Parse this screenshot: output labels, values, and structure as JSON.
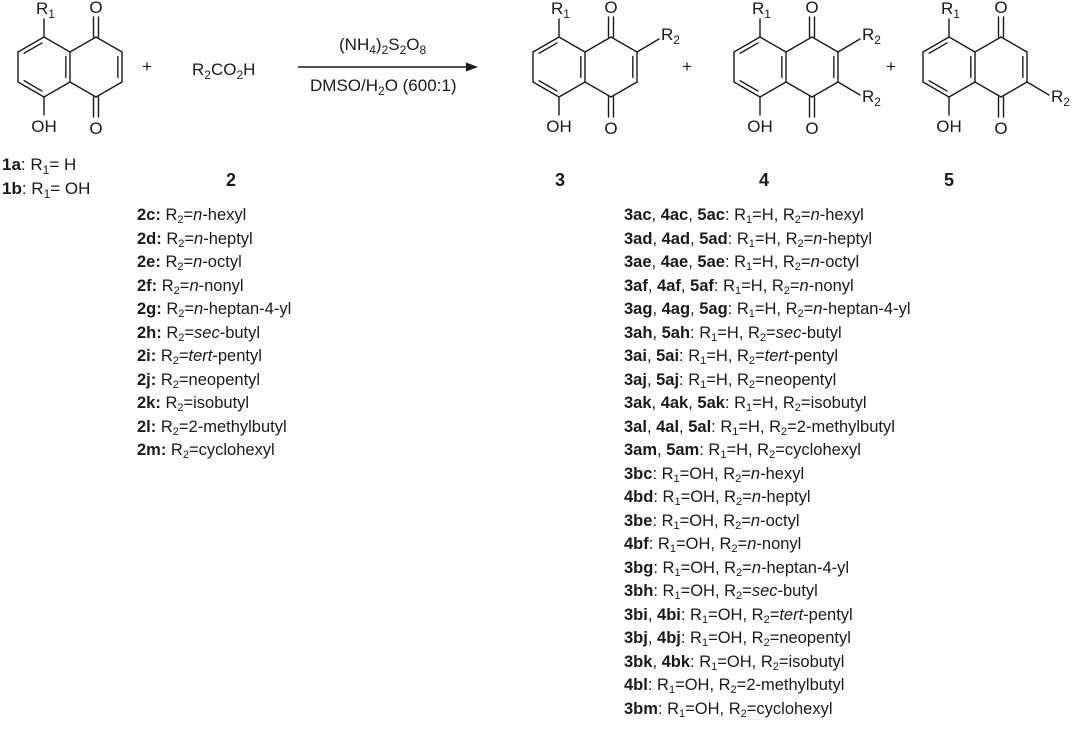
{
  "reaction": {
    "plus_1": "+",
    "plus_2": "+",
    "plus_3": "+",
    "acid": {
      "r": "R",
      "sub": "2",
      "rest": "CO",
      "sub2": "2",
      "h": "H"
    },
    "reagent_top": {
      "a": "(NH",
      "s1": "4",
      "b": ")",
      "s2": "2",
      "c": "S",
      "s3": "2",
      "d": "O",
      "s4": "8"
    },
    "reagent_bottom": {
      "a": "DMSO/H",
      "s1": "2",
      "b": "O (600:1)"
    },
    "atom_O": "O",
    "atom_OH": "OH",
    "r1": {
      "r": "R",
      "sub": "1"
    },
    "r2": {
      "r": "R",
      "sub": "2"
    }
  },
  "compound_labels": {
    "c1a_id": "1a",
    "c1a_r": ": R",
    "c1a_sub": "1",
    "c1a_eq": "= H",
    "c1b_id": "1b",
    "c1b_r": ": R",
    "c1b_sub": "1",
    "c1b_eq": "= OH",
    "c2": "2",
    "c3": "3",
    "c4": "4",
    "c5": "5"
  },
  "acids": [
    {
      "id": "2c:",
      "pre": "",
      "it": "n",
      "post": "-hexyl"
    },
    {
      "id": "2d:",
      "pre": "",
      "it": "n",
      "post": "-heptyl"
    },
    {
      "id": "2e:",
      "pre": "",
      "it": "n",
      "post": "-octyl"
    },
    {
      "id": "2f:",
      "pre": "",
      "it": "n",
      "post": "-nonyl"
    },
    {
      "id": "2g:",
      "pre": "",
      "it": "n",
      "post": "-heptan-4-yl"
    },
    {
      "id": "2h:",
      "pre": "",
      "it": "sec",
      "post": "-butyl"
    },
    {
      "id": "2i:",
      "pre": "",
      "it": "tert",
      "post": "-pentyl"
    },
    {
      "id": "2j:",
      "pre": "neopentyl",
      "it": "",
      "post": ""
    },
    {
      "id": "2k:",
      "pre": "isobutyl",
      "it": "",
      "post": ""
    },
    {
      "id": "2l:",
      "pre": "2-methylbutyl",
      "it": "",
      "post": ""
    },
    {
      "id": "2m:",
      "pre": "cyclohexyl",
      "it": "",
      "post": ""
    }
  ],
  "products": [
    {
      "ids": [
        "3ac",
        "4ac",
        "5ac"
      ],
      "r1": "H",
      "pre": "",
      "it": "n",
      "post": "-hexyl"
    },
    {
      "ids": [
        "3ad",
        "4ad",
        "5ad"
      ],
      "r1": "H",
      "pre": "",
      "it": "n",
      "post": "-heptyl"
    },
    {
      "ids": [
        "3ae",
        "4ae",
        "5ae"
      ],
      "r1": "H",
      "pre": "",
      "it": "n",
      "post": "-octyl"
    },
    {
      "ids": [
        "3af",
        "4af",
        "5af"
      ],
      "r1": "H",
      "pre": "",
      "it": "n",
      "post": "-nonyl"
    },
    {
      "ids": [
        "3ag",
        "4ag",
        "5ag"
      ],
      "r1": "H",
      "pre": "",
      "it": "n",
      "post": "-heptan-4-yl"
    },
    {
      "ids": [
        "3ah",
        "5ah"
      ],
      "r1": "H",
      "pre": "",
      "it": "sec",
      "post": "-butyl"
    },
    {
      "ids": [
        "3ai",
        "5ai"
      ],
      "r1": "H",
      "pre": "",
      "it": "tert",
      "post": "-pentyl"
    },
    {
      "ids": [
        "3aj",
        "5aj"
      ],
      "r1": "H",
      "pre": "neopentyl",
      "it": "",
      "post": ""
    },
    {
      "ids": [
        "3ak",
        "4ak",
        "5ak"
      ],
      "r1": "H",
      "pre": "isobutyl",
      "it": "",
      "post": ""
    },
    {
      "ids": [
        "3al",
        "4al",
        "5al"
      ],
      "r1": "H",
      "pre": "2-methylbutyl",
      "it": "",
      "post": ""
    },
    {
      "ids": [
        "3am",
        "5am"
      ],
      "r1": "H",
      "pre": "cyclohexyl",
      "it": "",
      "post": ""
    },
    {
      "ids": [
        "3bc"
      ],
      "r1": "OH",
      "pre": "",
      "it": "n",
      "post": "-hexyl"
    },
    {
      "ids": [
        "4bd"
      ],
      "r1": "OH",
      "pre": "",
      "it": "n",
      "post": "-heptyl"
    },
    {
      "ids": [
        "3be"
      ],
      "r1": "OH",
      "pre": "",
      "it": "n",
      "post": "-octyl"
    },
    {
      "ids": [
        "4bf"
      ],
      "r1": "OH",
      "pre": "",
      "it": "n",
      "post": "-nonyl"
    },
    {
      "ids": [
        "3bg"
      ],
      "r1": "OH",
      "pre": "",
      "it": "n",
      "post": "-heptan-4-yl"
    },
    {
      "ids": [
        "3bh"
      ],
      "r1": "OH",
      "pre": "",
      "it": "sec",
      "post": "-butyl"
    },
    {
      "ids": [
        "3bi",
        "4bi"
      ],
      "r1": "OH",
      "pre": "",
      "it": "tert",
      "post": "-pentyl"
    },
    {
      "ids": [
        "3bj",
        "4bj"
      ],
      "r1": "OH",
      "pre": "neopentyl",
      "it": "",
      "post": ""
    },
    {
      "ids": [
        "3bk",
        "4bk"
      ],
      "r1": "OH",
      "pre": "isobutyl",
      "it": "",
      "post": ""
    },
    {
      "ids": [
        "4bl"
      ],
      "r1": "OH",
      "pre": "2-methylbutyl",
      "it": "",
      "post": ""
    },
    {
      "ids": [
        "3bm"
      ],
      "r1": "OH",
      "pre": "cyclohexyl",
      "it": "",
      "post": ""
    }
  ]
}
